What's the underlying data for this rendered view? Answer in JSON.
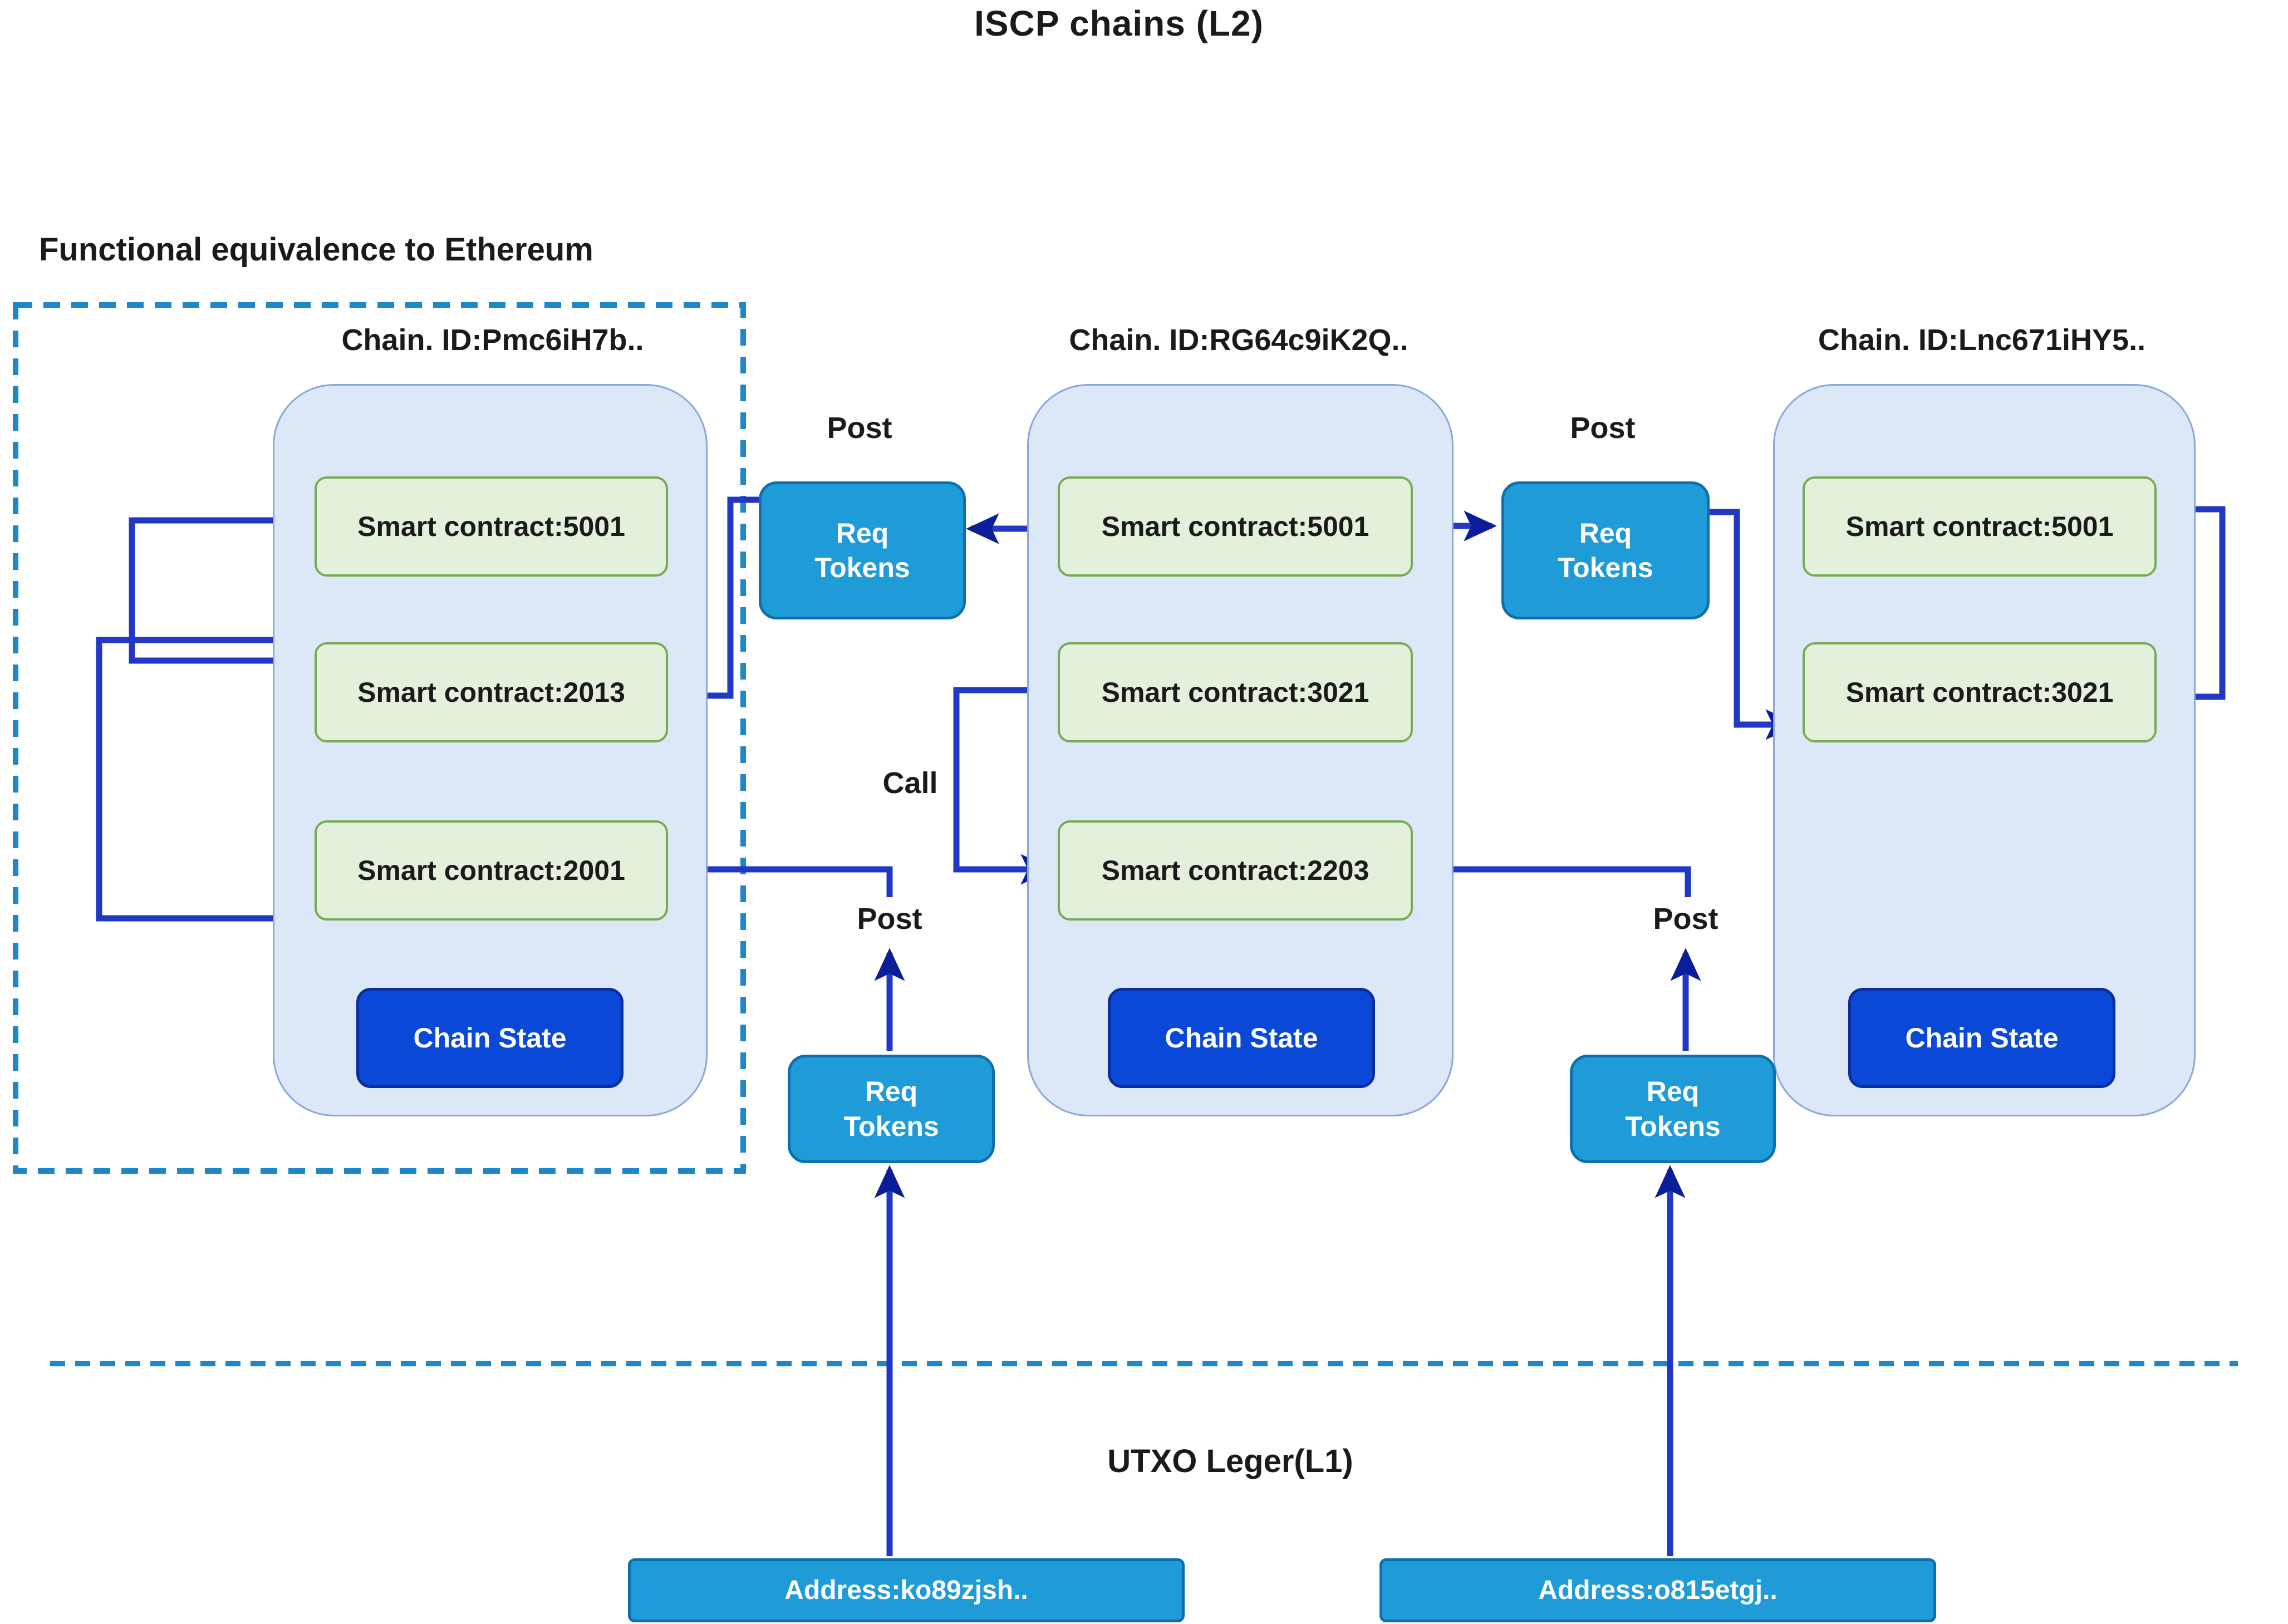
{
  "title": "ISCP chains (L2)",
  "region_label": "Functional equivalence to Ethereum",
  "l1_label": "UTXO Leger(L1)",
  "chains": [
    {
      "id": "Chain. ID:Pmc6iH7b..",
      "contracts": [
        "Smart contract:5001",
        "Smart contract:2013",
        "Smart contract:2001"
      ],
      "state": "Chain State"
    },
    {
      "id": "Chain. ID:RG64c9iK2Q..",
      "contracts": [
        "Smart contract:5001",
        "Smart contract:3021",
        "Smart contract:2203"
      ],
      "state": "Chain State"
    },
    {
      "id": "Chain. ID:Lnc671iHY5..",
      "contracts": [
        "Smart contract:5001",
        "Smart contract:3021"
      ],
      "state": "Chain State"
    }
  ],
  "req_tokens_label": {
    "line1": "Req",
    "line2": "Tokens"
  },
  "labels": {
    "post_top_left": "Post",
    "post_top_right": "Post",
    "post_bottom_left": "Post",
    "post_bottom_right": "Post",
    "call": "Call"
  },
  "addresses": [
    "Address:ko89zjsh..",
    "Address:o815etgj.."
  ],
  "colors": {
    "chain_fill": "#dce7f7",
    "chain_border": "#8aa7d8",
    "contract_fill": "#e3f0dc",
    "contract_border": "#77ab51",
    "state_fill": "#0a49d8",
    "state_border": "#0a2c9e",
    "req_fill": "#1f9bd8",
    "req_border": "#0d6fae",
    "address_fill": "#1f9bd8",
    "address_border": "#0d6fae",
    "arrow": "#2238c4",
    "arrowhead": "#0c1d99",
    "dashed": "#1d87c9"
  }
}
